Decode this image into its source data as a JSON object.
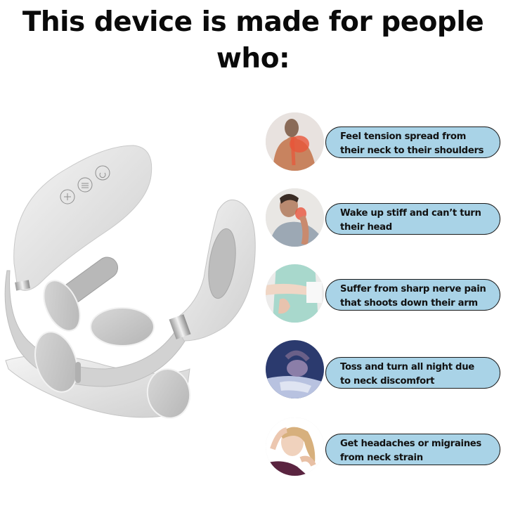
{
  "headline": {
    "line1": "This device is made for people",
    "line2": "who:"
  },
  "product": {
    "name": "neck-massager-device",
    "buttons": [
      "plus-icon",
      "mode-icon",
      "power-icon"
    ]
  },
  "items": [
    {
      "image": "man-shoulder-pain-photo",
      "line1": "Feel tension spread from",
      "line2": "their neck to their shoulders"
    },
    {
      "image": "man-stiff-neck-photo",
      "line1": "Wake up stiff and can’t turn",
      "line2": "their head"
    },
    {
      "image": "arm-nerve-pain-photo",
      "line1": "Suffer from sharp nerve pain",
      "line2": "that shoots down their arm"
    },
    {
      "image": "man-sleepless-bed-photo",
      "line1": "Toss and turn all night due",
      "line2": "to neck discomfort"
    },
    {
      "image": "woman-headache-photo",
      "line1": "Get headaches or migraines",
      "line2": "from neck strain"
    }
  ],
  "colors": {
    "bubble_fill": "#a9d3e7",
    "bubble_border": "#1a1a1a",
    "text": "#0a0a0a",
    "device_body": "#e6e6e6",
    "device_pad": "#c8c8c8"
  }
}
